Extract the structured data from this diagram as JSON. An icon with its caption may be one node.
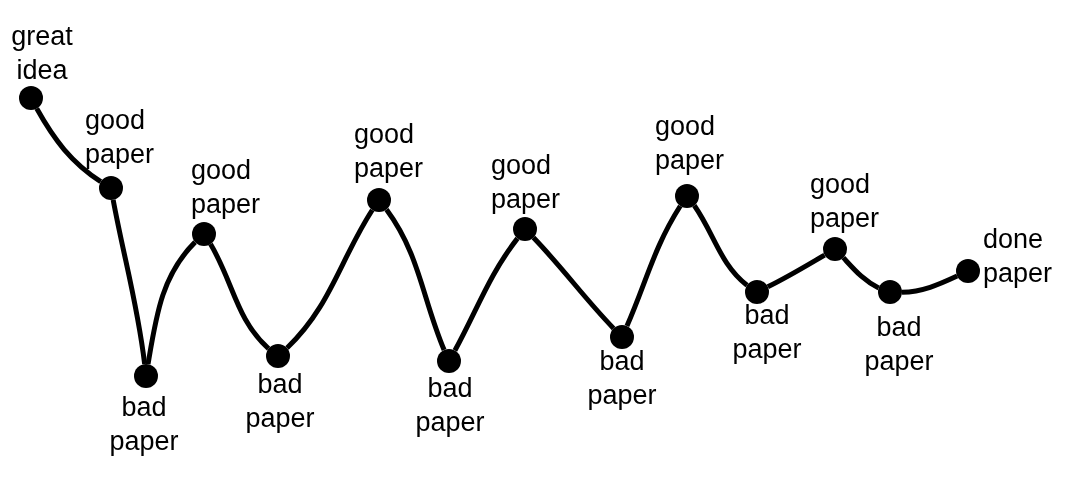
{
  "diagram": {
    "nodes": [
      {
        "text": [],
        "shape": "circle",
        "beside": [
          "great idea"
        ]
      },
      {
        "text": [],
        "shape": "circle",
        "beside": [
          "good paper"
        ]
      },
      {
        "text": [],
        "shape": "circle",
        "beside": [
          "bad paper"
        ]
      },
      {
        "text": [],
        "shape": "circle",
        "beside": [
          "good paper"
        ]
      },
      {
        "text": [],
        "shape": "circle",
        "beside": [
          "bad paper"
        ]
      },
      {
        "text": [],
        "shape": "circle",
        "beside": [
          "good paper"
        ]
      },
      {
        "text": [],
        "shape": "circle",
        "beside": [
          "bad paper"
        ]
      },
      {
        "text": [],
        "shape": "circle",
        "beside": [
          "good paper"
        ]
      },
      {
        "text": [],
        "shape": "circle",
        "beside": [
          "bad paper"
        ]
      },
      {
        "text": [],
        "shape": "circle",
        "beside": [
          "good paper"
        ]
      },
      {
        "text": [],
        "shape": "circle",
        "beside": [
          "bad paper"
        ]
      },
      {
        "text": [],
        "shape": "circle",
        "beside": [
          "good paper"
        ]
      },
      {
        "text": [],
        "shape": "circle",
        "beside": [
          "bad paper"
        ]
      },
      {
        "text": [],
        "shape": "circle",
        "beside": [
          "done paper"
        ]
      }
    ],
    "edges": [
      {
        "from": 0,
        "to": 1,
        "arrow": "none"
      },
      {
        "from": 1,
        "to": 2,
        "arrow": "none"
      },
      {
        "from": 2,
        "to": 3,
        "arrow": "none"
      },
      {
        "from": 3,
        "to": 4,
        "arrow": "none"
      },
      {
        "from": 4,
        "to": 5,
        "arrow": "none"
      },
      {
        "from": 5,
        "to": 6,
        "arrow": "none"
      },
      {
        "from": 6,
        "to": 7,
        "arrow": "none"
      },
      {
        "from": 7,
        "to": 8,
        "arrow": "none"
      },
      {
        "from": 8,
        "to": 9,
        "arrow": "none"
      },
      {
        "from": 9,
        "to": 10,
        "arrow": "none"
      },
      {
        "from": 10,
        "to": 11,
        "arrow": "none"
      },
      {
        "from": 11,
        "to": 12,
        "arrow": "none"
      },
      {
        "from": 12,
        "to": 13,
        "arrow": "none"
      }
    ]
  }
}
